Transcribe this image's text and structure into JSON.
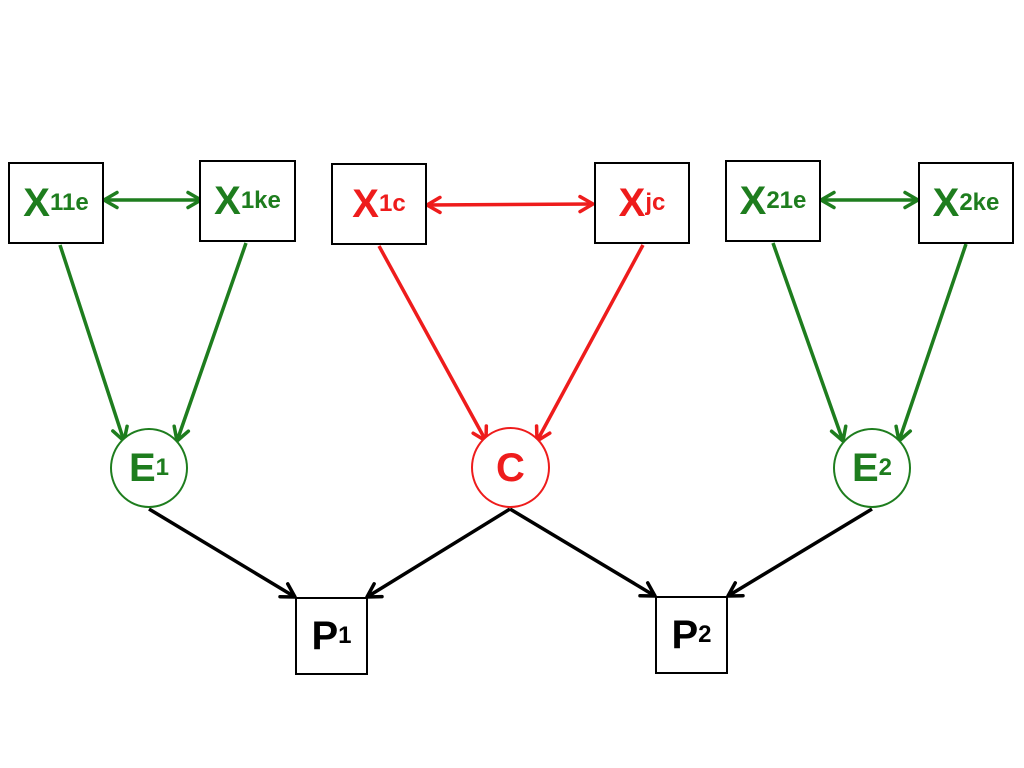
{
  "colors": {
    "environment": "#1e7d1e",
    "common": "#ee1c1c",
    "phenotype": "#000000"
  },
  "nodes": {
    "x11e": {
      "main": "X",
      "sub": "11e"
    },
    "x1ke": {
      "main": "X",
      "sub": "1ke"
    },
    "x1c": {
      "main": "X",
      "sub": "1c"
    },
    "xjc": {
      "main": "X",
      "sub": "jc"
    },
    "x21e": {
      "main": "X",
      "sub": "21e"
    },
    "x2ke": {
      "main": "X",
      "sub": "2ke"
    },
    "e1": {
      "main": "E",
      "sub": "1"
    },
    "c": {
      "main": "C",
      "sub": ""
    },
    "e2": {
      "main": "E",
      "sub": "2"
    },
    "p1": {
      "main": "P",
      "sub": "1"
    },
    "p2": {
      "main": "P",
      "sub": "2"
    }
  },
  "edges": [
    {
      "id": "x11e-x1ke",
      "from": "x11e",
      "to": "x1ke",
      "bidirectional": true,
      "color": "environment"
    },
    {
      "id": "x1c-xjc",
      "from": "x1c",
      "to": "xjc",
      "bidirectional": true,
      "color": "common"
    },
    {
      "id": "x21e-x2ke",
      "from": "x21e",
      "to": "x2ke",
      "bidirectional": true,
      "color": "environment"
    },
    {
      "id": "x11e-e1",
      "from": "x11e",
      "to": "e1",
      "bidirectional": false,
      "color": "environment"
    },
    {
      "id": "x1ke-e1",
      "from": "x1ke",
      "to": "e1",
      "bidirectional": false,
      "color": "environment"
    },
    {
      "id": "x1c-c",
      "from": "x1c",
      "to": "c",
      "bidirectional": false,
      "color": "common"
    },
    {
      "id": "xjc-c",
      "from": "xjc",
      "to": "c",
      "bidirectional": false,
      "color": "common"
    },
    {
      "id": "x21e-e2",
      "from": "x21e",
      "to": "e2",
      "bidirectional": false,
      "color": "environment"
    },
    {
      "id": "x2ke-e2",
      "from": "x2ke",
      "to": "e2",
      "bidirectional": false,
      "color": "environment"
    },
    {
      "id": "e1-p1",
      "from": "e1",
      "to": "p1",
      "bidirectional": false,
      "color": "phenotype"
    },
    {
      "id": "c-p1",
      "from": "c",
      "to": "p1",
      "bidirectional": false,
      "color": "phenotype"
    },
    {
      "id": "c-p2",
      "from": "c",
      "to": "p2",
      "bidirectional": false,
      "color": "phenotype"
    },
    {
      "id": "e2-p2",
      "from": "e2",
      "to": "p2",
      "bidirectional": false,
      "color": "phenotype"
    }
  ]
}
